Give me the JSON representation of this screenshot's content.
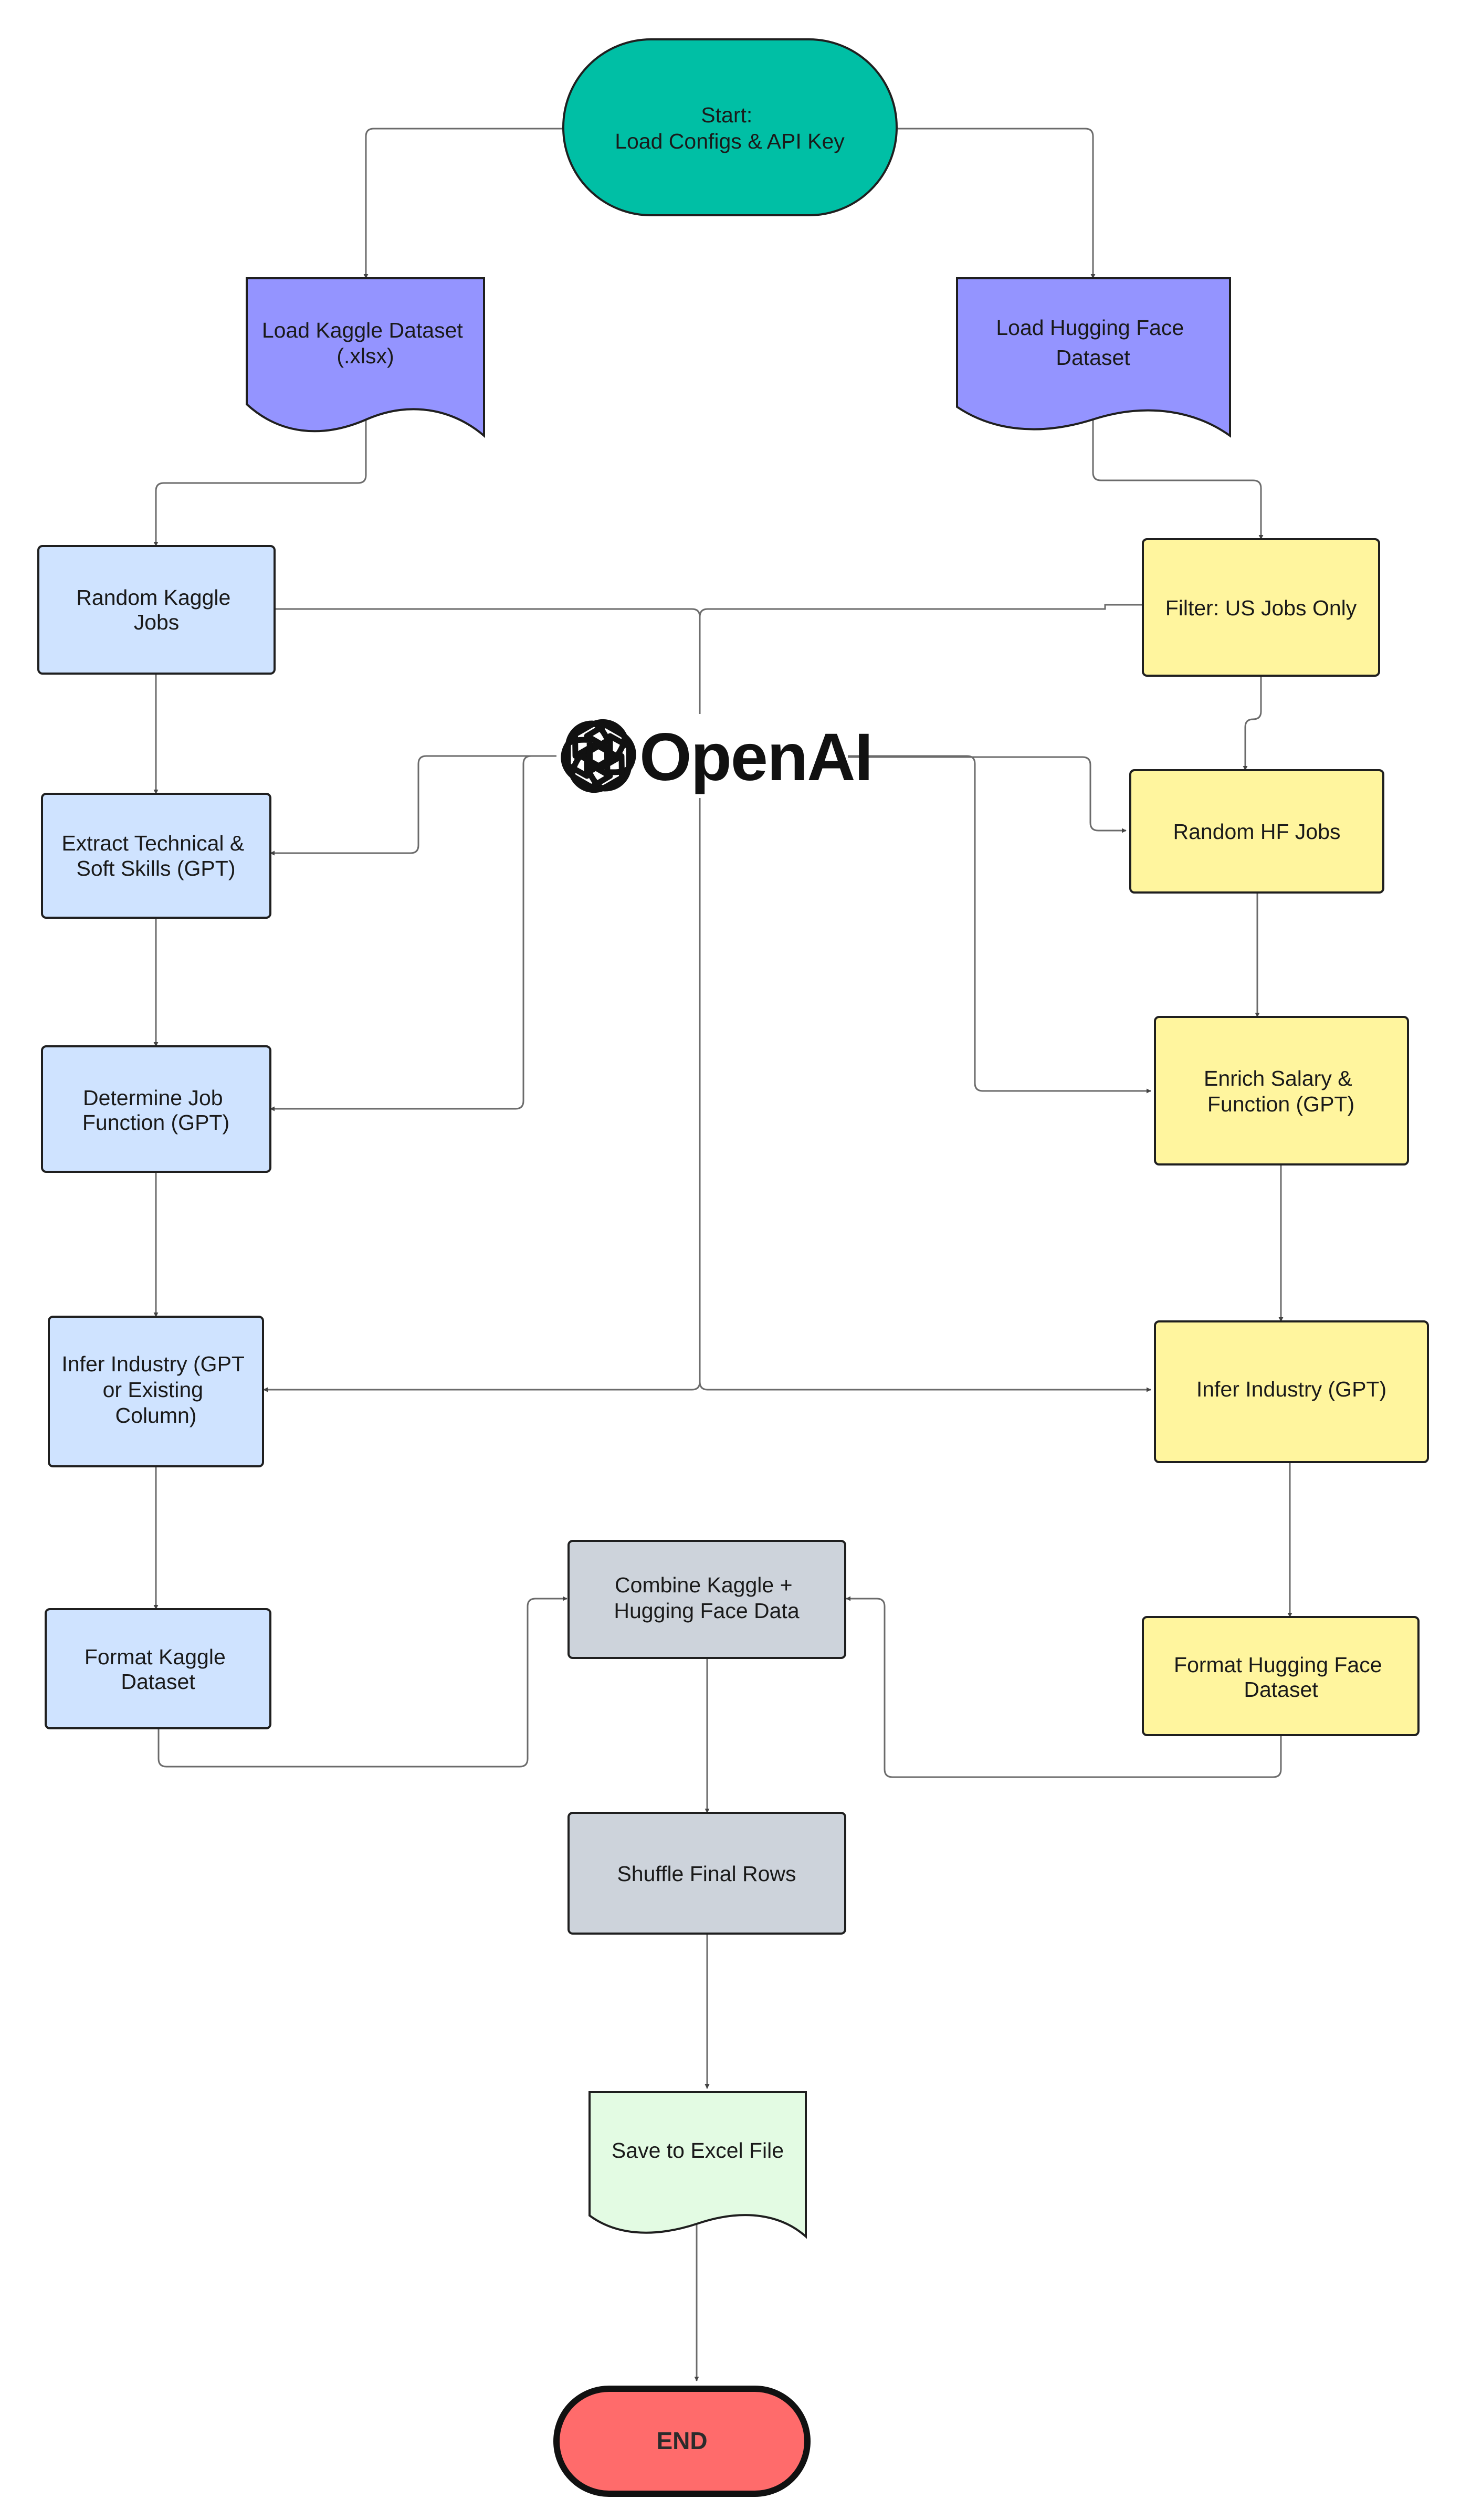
{
  "nodes": {
    "start": {
      "lines": [
        "Start:",
        "Load Configs & API Key"
      ],
      "fill": "#00BFA5"
    },
    "load_kaggle": {
      "lines": [
        "Load Kaggle Dataset",
        "(.xlsx)"
      ],
      "fill": "#9494FF"
    },
    "load_hf": {
      "lines": [
        "Load Hugging Face",
        "Dataset"
      ],
      "fill": "#9494FF"
    },
    "random_kaggle": {
      "lines": [
        "Random Kaggle",
        "Jobs"
      ],
      "fill": "#CFE3FF"
    },
    "filter_us": {
      "lines": [
        "Filter: US Jobs Only"
      ],
      "fill": "#FFF59E"
    },
    "extract_skills": {
      "lines": [
        "Extract Technical &",
        "Soft Skills (GPT)"
      ],
      "fill": "#CFE3FF"
    },
    "random_hf": {
      "lines": [
        "Random HF Jobs"
      ],
      "fill": "#FFF59E"
    },
    "job_function": {
      "lines": [
        "Determine Job",
        "Function (GPT)"
      ],
      "fill": "#CFE3FF"
    },
    "enrich_salary": {
      "lines": [
        "Enrich Salary &",
        "Function (GPT)"
      ],
      "fill": "#FFF59E"
    },
    "infer_industry_k": {
      "lines": [
        "Infer Industry (GPT",
        "or Existing",
        "Column)"
      ],
      "fill": "#CFE3FF"
    },
    "infer_industry_hf": {
      "lines": [
        "Infer Industry (GPT)"
      ],
      "fill": "#FFF59E"
    },
    "format_kaggle": {
      "lines": [
        "Format Kaggle",
        "Dataset"
      ],
      "fill": "#CFE3FF"
    },
    "combine": {
      "lines": [
        "Combine Kaggle +",
        "Hugging Face Data"
      ],
      "fill": "#CDD3DB"
    },
    "format_hf": {
      "lines": [
        "Format Hugging Face",
        "Dataset"
      ],
      "fill": "#FFF59E"
    },
    "shuffle": {
      "lines": [
        "Shuffle Final Rows"
      ],
      "fill": "#CDD3DB"
    },
    "save_excel": {
      "lines": [
        "Save to Excel File"
      ],
      "fill": "#E3FBE3"
    },
    "end": {
      "lines": [
        "END"
      ],
      "fill": "#FF6B6B"
    }
  },
  "logo": {
    "text": "OpenAI",
    "icon": "openai-logo-icon"
  },
  "colors": {
    "stroke": "#1f1f1f",
    "edge": "#6b6b6b"
  }
}
